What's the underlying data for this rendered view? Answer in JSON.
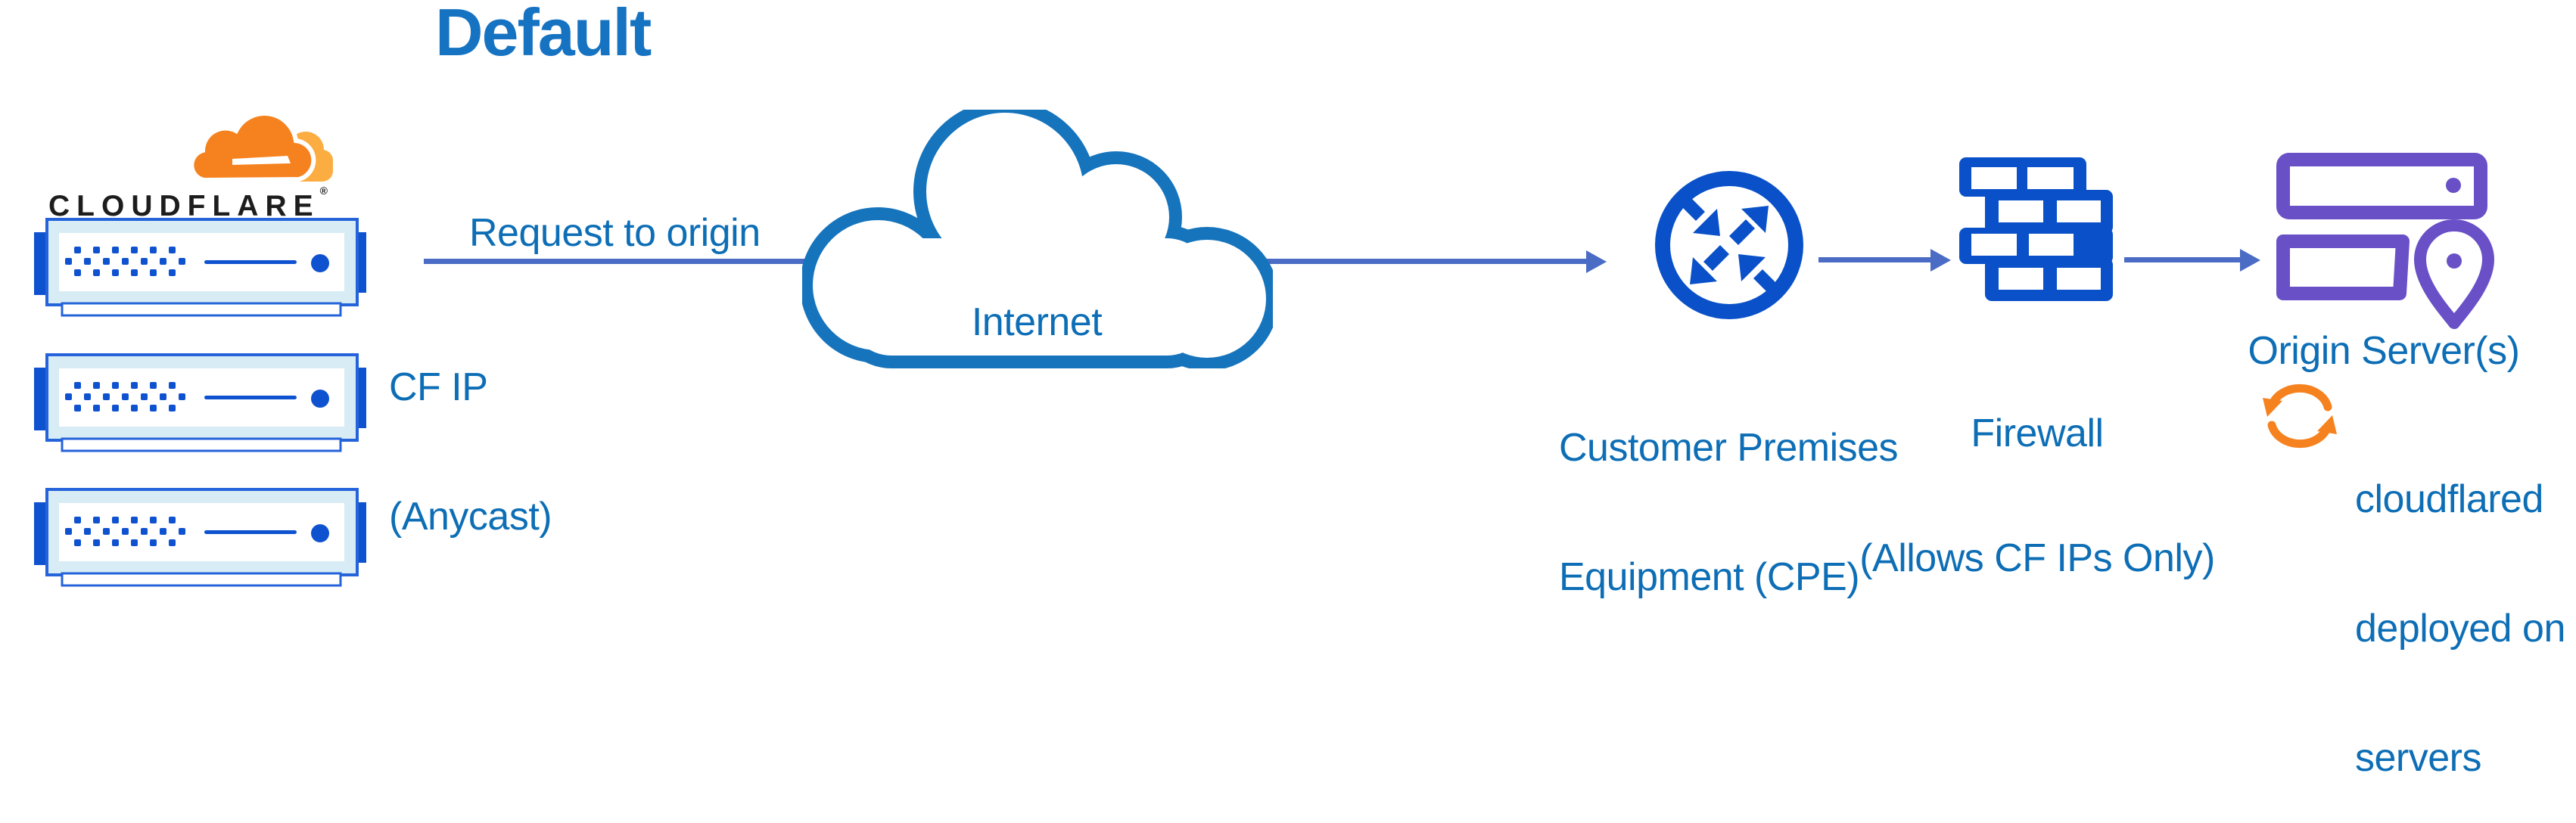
{
  "title": "Default",
  "brand": {
    "wordmark": "CLOUDFLARE",
    "registered_mark": "®"
  },
  "arrow_label": "Request to origin",
  "edge_ip_label": {
    "line1": "CF IP",
    "line2": "(Anycast)"
  },
  "internet": {
    "label": "Internet"
  },
  "cpe": {
    "line1": "Customer Premises",
    "line2": "Equipment (CPE)"
  },
  "firewall": {
    "line1": "Firewall",
    "line2": "(Allows CF IPs Only)"
  },
  "origin": {
    "label": "Origin Server(s)"
  },
  "cloudflared": {
    "line1": "cloudflared",
    "line2": "deployed on",
    "line3": "servers"
  },
  "icons": [
    "cloudflare-logo-icon",
    "edge-server-icon",
    "internet-cloud-icon",
    "router-cpe-icon",
    "firewall-brick-icon",
    "origin-server-icon",
    "location-pin-icon",
    "sync-arrows-icon"
  ],
  "colors": {
    "icon_blue": "#0a51c9",
    "cloud_stroke_blue": "#1674bd",
    "label_text_blue": "#0d6eb6",
    "title_blue": "#1673c2",
    "arrow_blue": "#4a6cc4",
    "server_fill_light": "#d7ecf4",
    "server_border_blue": "#2563db",
    "origin_purple": "#6a50c7",
    "brand_orange": "#f6821f",
    "brand_orange_light": "#fbad41",
    "wordmark_black": "#1d1d1d"
  }
}
